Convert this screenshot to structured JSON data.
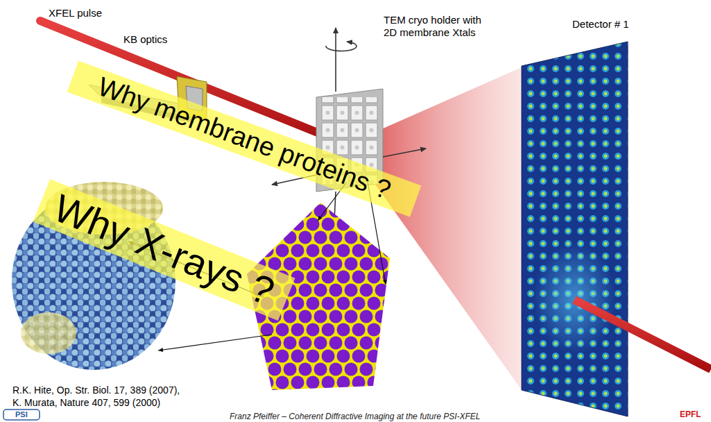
{
  "diagram": {
    "nodes": [
      {
        "text": [
          "Why membrane proteins ?"
        ]
      },
      {
        "text": [
          "Why X-rays ?"
        ]
      }
    ],
    "labels": [
      "XFEL pulse",
      "KB optics",
      "TEM cryo holder with 2D membrane Xtals",
      "Detector # 1",
      "R.K. Hite, Op. Str. Biol. 17, 389 (2007),",
      "K. Murata, Nature 407, 599 (2000)",
      "Franz Pfeiffer – Coherent Diffractive Imaging at the future PSI-XFEL",
      "PSI",
      "EPFL"
    ]
  }
}
